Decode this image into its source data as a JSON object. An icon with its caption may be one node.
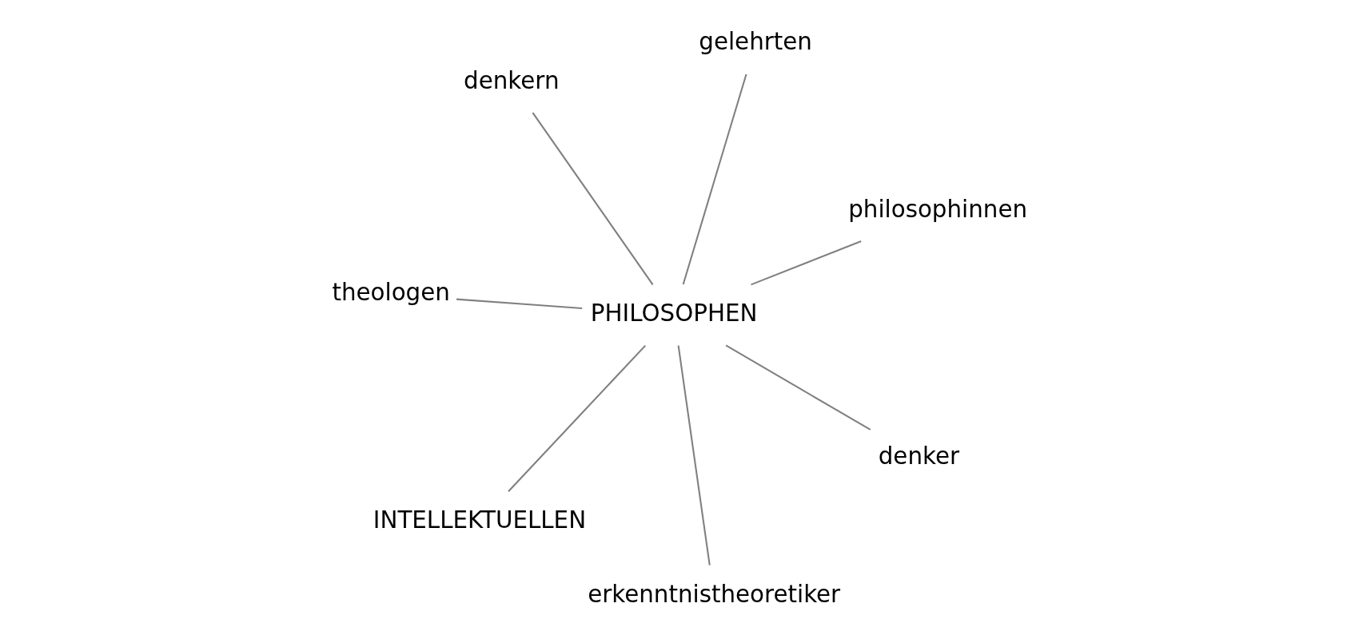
{
  "diagram": {
    "nodes": [
      {
        "text": [
          "denkern"
        ]
      },
      {
        "text": [
          "philosophinnen"
        ]
      },
      {
        "text": [
          "erkenntnistheoretiker"
        ]
      },
      {
        "text": [
          "PHILOSOPHEN"
        ]
      },
      {
        "text": [
          "gelehrten"
        ]
      },
      {
        "text": [
          "theologen"
        ]
      },
      {
        "text": [
          "INTELLEKTUELLEN"
        ]
      },
      {
        "text": [
          "denker"
        ]
      }
    ],
    "edges": [
      {
        "from": 3,
        "to": 0,
        "arrow": "none"
      },
      {
        "from": 3,
        "to": 1,
        "arrow": "none"
      },
      {
        "from": 3,
        "to": 2,
        "arrow": "none"
      },
      {
        "from": 3,
        "to": 4,
        "arrow": "none"
      },
      {
        "from": 3,
        "to": 5,
        "arrow": "none"
      },
      {
        "from": 3,
        "to": 6,
        "arrow": "none"
      },
      {
        "from": 3,
        "to": 7,
        "arrow": "none"
      }
    ]
  }
}
